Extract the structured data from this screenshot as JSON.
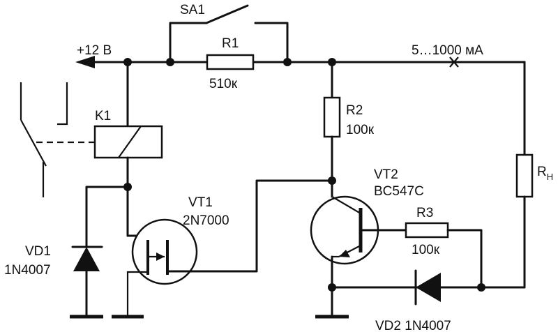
{
  "supply": {
    "label": "+12 В"
  },
  "switch_sa1": {
    "label": "SA1"
  },
  "r1": {
    "name": "R1",
    "value": "510к"
  },
  "current_range": {
    "label": "5…1000 мА"
  },
  "r2": {
    "name": "R2",
    "value": "100к"
  },
  "relay_k1": {
    "label": "K1"
  },
  "vt1": {
    "name": "VT1",
    "part": "2N7000"
  },
  "vt2": {
    "name": "VT2",
    "part": "BC547C"
  },
  "r3": {
    "name": "R3",
    "value": "100к"
  },
  "vd1": {
    "name": "VD1",
    "part": "1N4007"
  },
  "vd2": {
    "name": "VD2",
    "part": "1N4007"
  },
  "rload": {
    "name": "R",
    "subscript": "Н"
  }
}
